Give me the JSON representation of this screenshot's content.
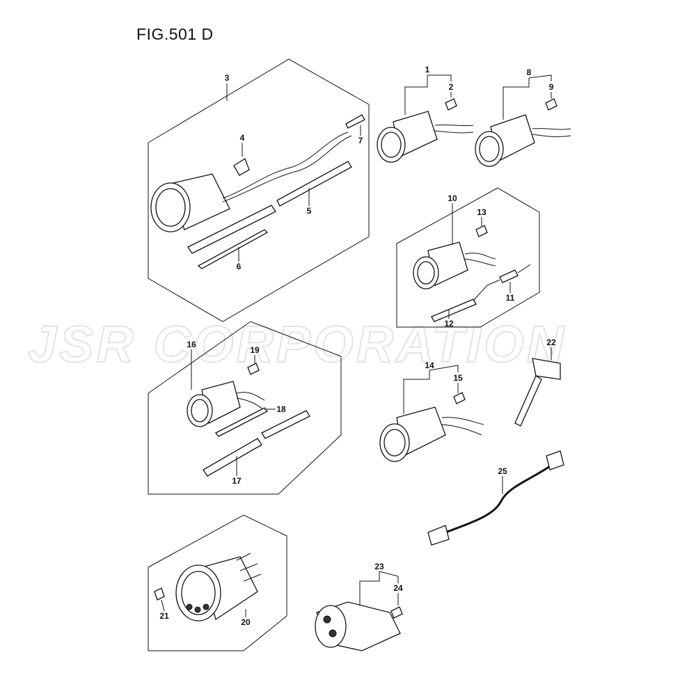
{
  "title": "FIG.501 D",
  "watermark": "JSR CORPORATION",
  "part_labels": [
    "1",
    "2",
    "3",
    "4",
    "5",
    "6",
    "7",
    "8",
    "9",
    "10",
    "11",
    "12",
    "13",
    "14",
    "15",
    "16",
    "17",
    "18",
    "19",
    "20",
    "21",
    "22",
    "23",
    "24",
    "25"
  ]
}
